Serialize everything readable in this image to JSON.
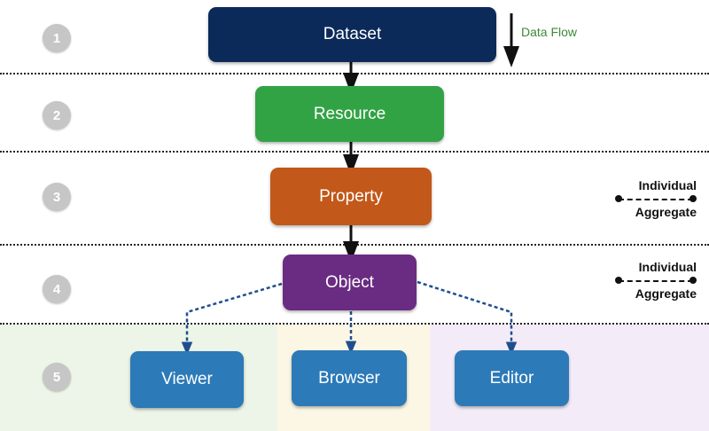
{
  "flow_label": "Data Flow",
  "layers": [
    {
      "number": "1",
      "node": "Dataset",
      "color": "#0c2a59"
    },
    {
      "number": "2",
      "node": "Resource",
      "color": "#32a345"
    },
    {
      "number": "3",
      "node": "Property",
      "color": "#c2581a"
    },
    {
      "number": "4",
      "node": "Object",
      "color": "#6a2c82"
    },
    {
      "number": "5",
      "nodes": [
        "Viewer",
        "Browser",
        "Editor"
      ],
      "color": "#2c7ab8"
    }
  ],
  "legend": {
    "top": "Individual",
    "bottom": "Aggregate"
  },
  "band_colors": [
    "#edf5e8",
    "#fbf7e4",
    "#f3ecf8"
  ]
}
